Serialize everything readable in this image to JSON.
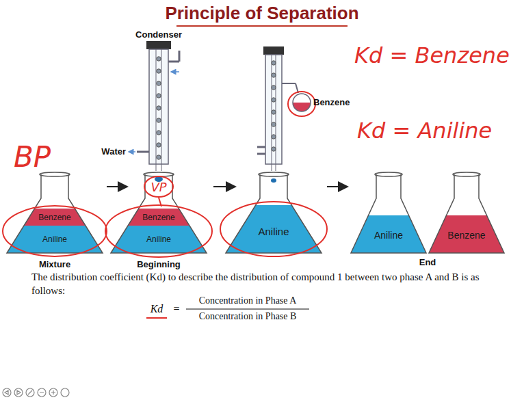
{
  "diagram": {
    "title": "Principle of Separation",
    "nodes": [
      {
        "text": [
          "Benzene"
        ]
      },
      {
        "text": [
          "Aniline"
        ]
      },
      {
        "text": [
          "Benzene"
        ]
      },
      {
        "text": [
          "Aniline"
        ]
      },
      {
        "text": [
          "Aniline"
        ]
      },
      {
        "text": [
          "Aniline"
        ]
      },
      {
        "text": [
          "Benzene"
        ]
      }
    ],
    "labels": [
      "Condenser",
      "Water",
      "Benzene",
      "Mixture",
      "Beginning",
      "End",
      "The distribution coefficient (Kd) to describe the distribution of compound 1 between two phase A and B is as follows:",
      "Kd",
      "=",
      "Concentration in Phase A",
      "Concentration in Phase B",
      "Kd = Benzene",
      "Kd = Aniline",
      "BP",
      "VP"
    ]
  }
}
